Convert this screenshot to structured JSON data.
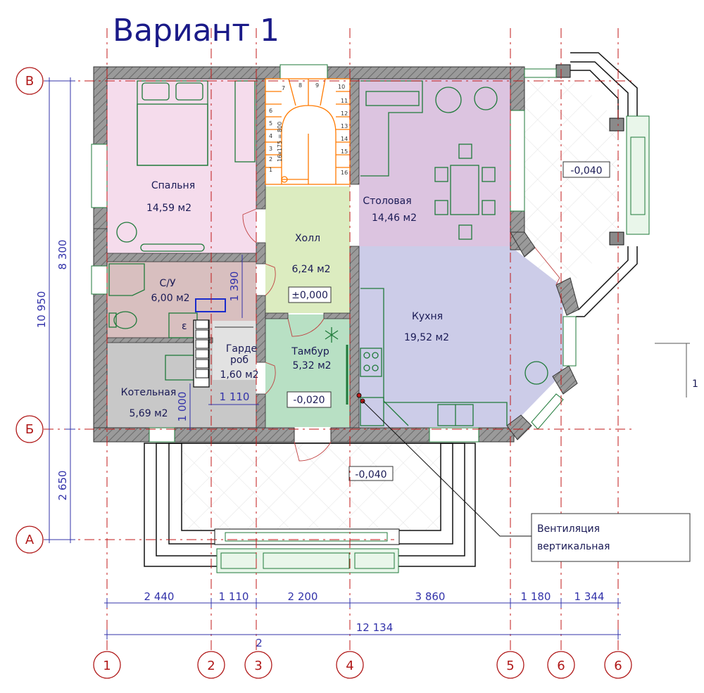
{
  "title": "Вариант 1",
  "rooms": {
    "bedroom": {
      "name": "Спальня",
      "area": "14,59 м2"
    },
    "bathroom": {
      "name": "С/У",
      "area": "6,00 м2"
    },
    "boiler": {
      "name": "Котельная",
      "area": "5,69 м2"
    },
    "wardrobe": {
      "name1": "Гарде",
      "name2": "роб",
      "area": "1,60 м2"
    },
    "hall": {
      "name": "Холл",
      "area": "6,24 м2",
      "level": "±0,000"
    },
    "vestibule": {
      "name": "Тамбур",
      "area": "5,32 м2",
      "level": "-0,020"
    },
    "dining": {
      "name": "Столовая",
      "area": "14,46 м2"
    },
    "kitchen": {
      "name": "Кухня",
      "area": "19,52 м2"
    },
    "terrace": {
      "level": "-0,040"
    },
    "porch": {
      "level": "-0,040"
    }
  },
  "stair_label": "16x175 = 800",
  "stair_steps": [
    "1",
    "2",
    "3",
    "4",
    "5",
    "6",
    "7",
    "8",
    "9",
    "10",
    "11",
    "12",
    "13",
    "14",
    "15",
    "16"
  ],
  "boiler_mark": "ε",
  "callout": {
    "line1": "Вентиляция",
    "line2": "вертикальная"
  },
  "section_mark": "1",
  "axis_row_labels": {
    "v": "В",
    "b": "Б",
    "a": "А"
  },
  "axis_col_labels": [
    "1",
    "2",
    "3",
    "4",
    "5",
    "6",
    "6"
  ],
  "dims_bottom": [
    "2 440",
    "1 110",
    "2 200",
    "3 860",
    "1 180",
    "1 344"
  ],
  "dim_total": "12 134",
  "dim_total_mark": "2",
  "dims_left": {
    "total": "10 950",
    "upper": "8 300",
    "lower": "2 650"
  },
  "dims_inner": {
    "d1390": "1 390",
    "d1110": "1 110",
    "d1000": "1 000"
  },
  "colors": {
    "bedroom": "#f5dcec",
    "bathroom": "#d8bfbf",
    "boiler": "#c8c8c8",
    "hall": "#dcecc0",
    "vestibule": "#b8e0c4",
    "dining": "#dcc4e0",
    "kitchen": "#cccce8",
    "wall": "#8c8c8c",
    "axis": "#c01818",
    "dim": "#3333aa",
    "furniture": "#1f7a3a",
    "stair": "#ff7a00"
  }
}
